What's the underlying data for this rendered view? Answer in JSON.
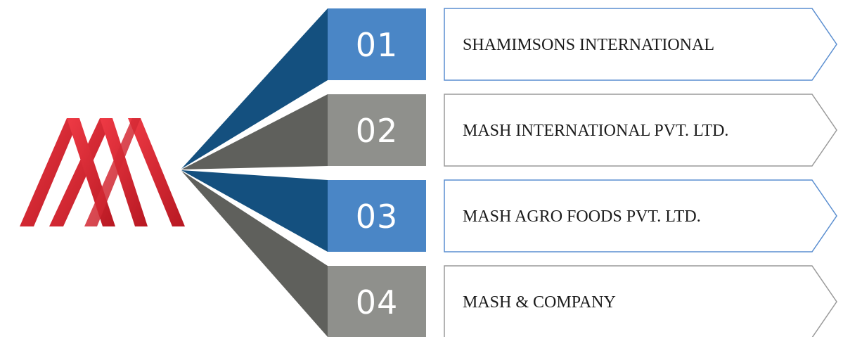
{
  "colors": {
    "blue_dark": "#14507f",
    "blue_light": "#4a86c6",
    "gray_dark": "#5f605c",
    "gray_light": "#8f908c",
    "blue_outline": "#5a8ed0",
    "gray_outline": "#9a9a9a",
    "logo_red": "#d4202c"
  },
  "logo": {
    "icon": "double-m-peaks-logo"
  },
  "items": [
    {
      "number": "01",
      "label": "SHAMIMSONS INTERNATIONAL",
      "theme": "blue"
    },
    {
      "number": "02",
      "label": "MASH INTERNATIONAL PVT. LTD.",
      "theme": "gray"
    },
    {
      "number": "03",
      "label": "MASH AGRO FOODS PVT. LTD.",
      "theme": "blue"
    },
    {
      "number": "04",
      "label": "MASH & COMPANY",
      "theme": "gray"
    }
  ]
}
